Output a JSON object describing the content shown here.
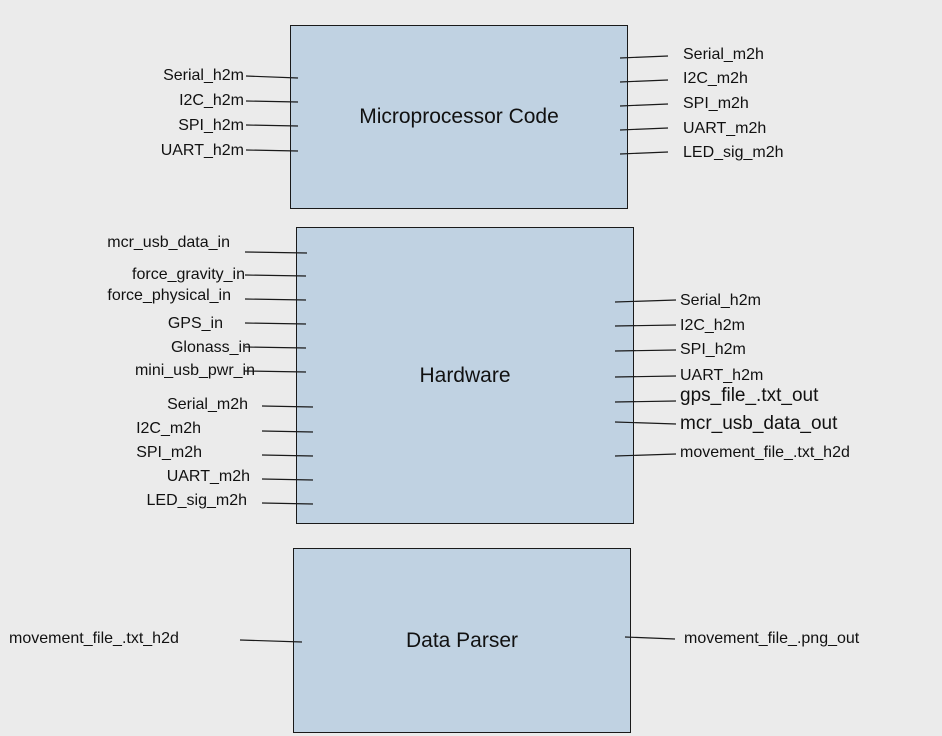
{
  "colors": {
    "background": "#ebebeb",
    "block_fill": "#c0d2e2",
    "block_border": "#1a1a1a",
    "line": "#1a1a1a"
  },
  "blocks": {
    "microprocessor": {
      "title": "Microprocessor Code",
      "inputs": [
        "Serial_h2m",
        "I2C_h2m",
        "SPI_h2m",
        "UART_h2m"
      ],
      "outputs": [
        "Serial_m2h",
        "I2C_m2h",
        "SPI_m2h",
        "UART_m2h",
        "LED_sig_m2h"
      ]
    },
    "hardware": {
      "title": "Hardware",
      "inputs": [
        "mcr_usb_data_in",
        "force_gravity_in",
        "force_physical_in",
        "GPS_in",
        "Glonass_in",
        "mini_usb_pwr_in",
        "Serial_m2h",
        "I2C_m2h",
        "SPI_m2h",
        "UART_m2h",
        "LED_sig_m2h"
      ],
      "outputs": [
        "Serial_h2m",
        "I2C_h2m",
        "SPI_h2m",
        "UART_h2m",
        "gps_file_.txt_out",
        "mcr_usb_data_out",
        "movement_file_.txt_h2d"
      ]
    },
    "parser": {
      "title": "Data Parser",
      "inputs": [
        "movement_file_.txt_h2d"
      ],
      "outputs": [
        "movement_file_.png_out"
      ]
    }
  }
}
